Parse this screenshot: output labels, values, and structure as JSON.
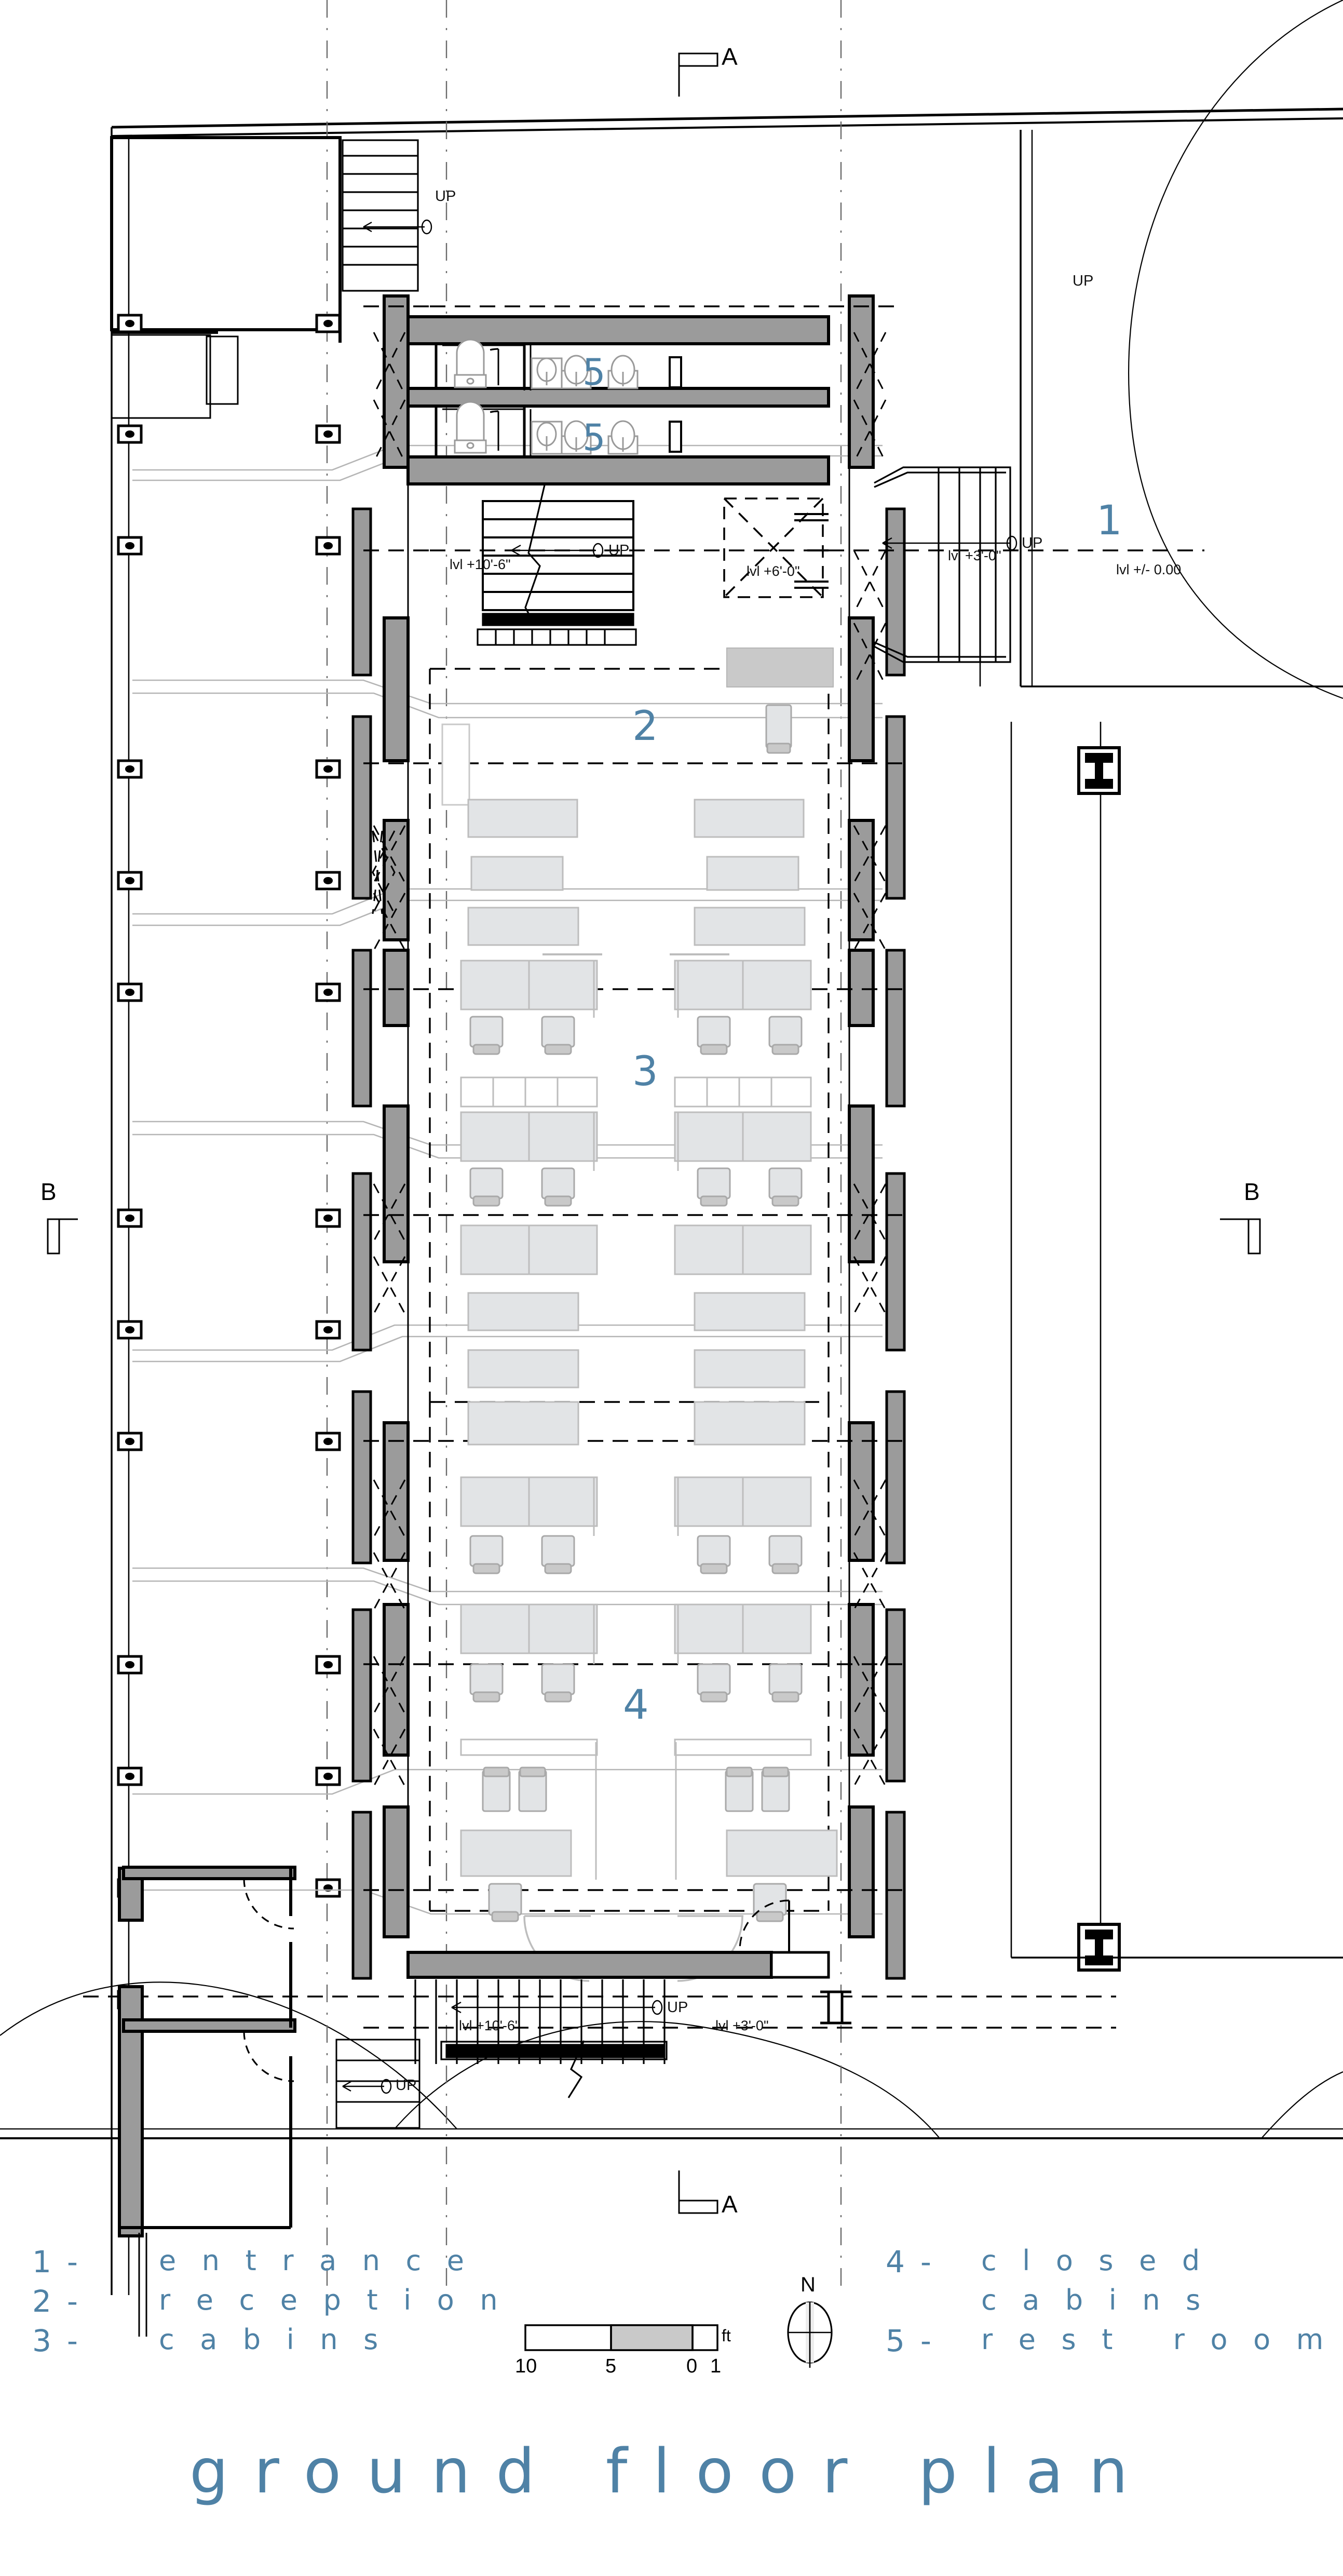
{
  "drawing": {
    "title": "ground floor plan",
    "scale_unit": "ft",
    "north_label": "N"
  },
  "legend": {
    "left_column": [
      {
        "num": "1 -",
        "label": "e n t r a n c e"
      },
      {
        "num": "2 -",
        "label": "r e c e p t i o n"
      },
      {
        "num": "3 -",
        "label": "c a b i n s"
      }
    ],
    "right_column": [
      {
        "num": "4 -",
        "label": "c l o s e d",
        "label2": "c a b i n s"
      },
      {
        "num": "5 -",
        "label": "r e s t   r o o m"
      }
    ]
  },
  "scale_bar": {
    "ticks": [
      "10",
      "5",
      "0",
      "1"
    ],
    "unit": "ft"
  },
  "room_numbers": [
    {
      "id": "entrance",
      "text": "1"
    },
    {
      "id": "reception",
      "text": "2"
    },
    {
      "id": "cabins",
      "text": "3"
    },
    {
      "id": "closed-cabins",
      "text": "4"
    },
    {
      "id": "rest-room-upper",
      "text": "5"
    },
    {
      "id": "rest-room-lower",
      "text": "5"
    }
  ],
  "level_labels": [
    {
      "id": "top-stair-upper",
      "text": "lvl +10'-6\""
    },
    {
      "id": "top-lift-core",
      "text": "lvl +6'-0\""
    },
    {
      "id": "top-landing",
      "text": "lvl +3'-0\""
    },
    {
      "id": "entrance-grade",
      "text": "lvl +/- 0.00"
    },
    {
      "id": "bottom-stair-upper",
      "text": "lvl +10'-6\""
    },
    {
      "id": "bottom-landing",
      "text": "lvl +3'-0\""
    }
  ],
  "up_markers": [
    {
      "id": "up-top-left-stair",
      "text": "UP"
    },
    {
      "id": "up-top-right-stair",
      "text": "UP"
    },
    {
      "id": "up-core-stair",
      "text": "UP"
    },
    {
      "id": "up-entrance-ramp",
      "text": "UP"
    },
    {
      "id": "up-bottom-stair",
      "text": "UP"
    },
    {
      "id": "up-bottom-left-stair",
      "text": "UP"
    }
  ],
  "section_markers": [
    {
      "id": "section-a-top",
      "text": "A"
    },
    {
      "id": "section-a-bottom",
      "text": "A"
    },
    {
      "id": "section-b-left",
      "text": "B"
    },
    {
      "id": "section-b-right",
      "text": "B"
    }
  ],
  "colors": {
    "annotation_blue": "#4f82a6",
    "wall_poche": "#9b9b9b",
    "furniture_fill": "#e2e4e6",
    "line_black": "#000000"
  }
}
